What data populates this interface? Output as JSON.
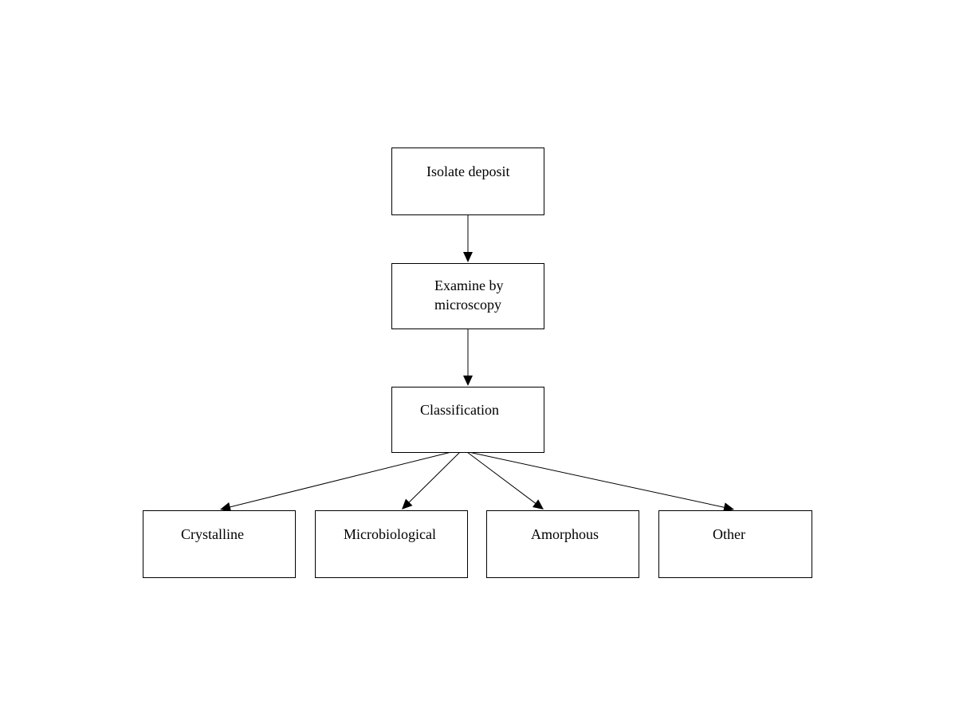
{
  "diagram": {
    "nodes": [
      {
        "id": "isolate",
        "lines": [
          "Isolate deposit"
        ]
      },
      {
        "id": "examine",
        "lines": [
          "Examine by",
          "microscopy"
        ]
      },
      {
        "id": "classification",
        "lines": [
          "Classification"
        ]
      },
      {
        "id": "crystalline",
        "lines": [
          "Crystalline"
        ]
      },
      {
        "id": "microbiological",
        "lines": [
          "Microbiological"
        ]
      },
      {
        "id": "amorphous",
        "lines": [
          "Amorphous"
        ]
      },
      {
        "id": "other",
        "lines": [
          "Other"
        ]
      }
    ],
    "edges": [
      {
        "from": "isolate",
        "to": "examine"
      },
      {
        "from": "examine",
        "to": "classification"
      },
      {
        "from": "classification",
        "to": "crystalline"
      },
      {
        "from": "classification",
        "to": "microbiological"
      },
      {
        "from": "classification",
        "to": "amorphous"
      },
      {
        "from": "classification",
        "to": "other"
      }
    ]
  }
}
